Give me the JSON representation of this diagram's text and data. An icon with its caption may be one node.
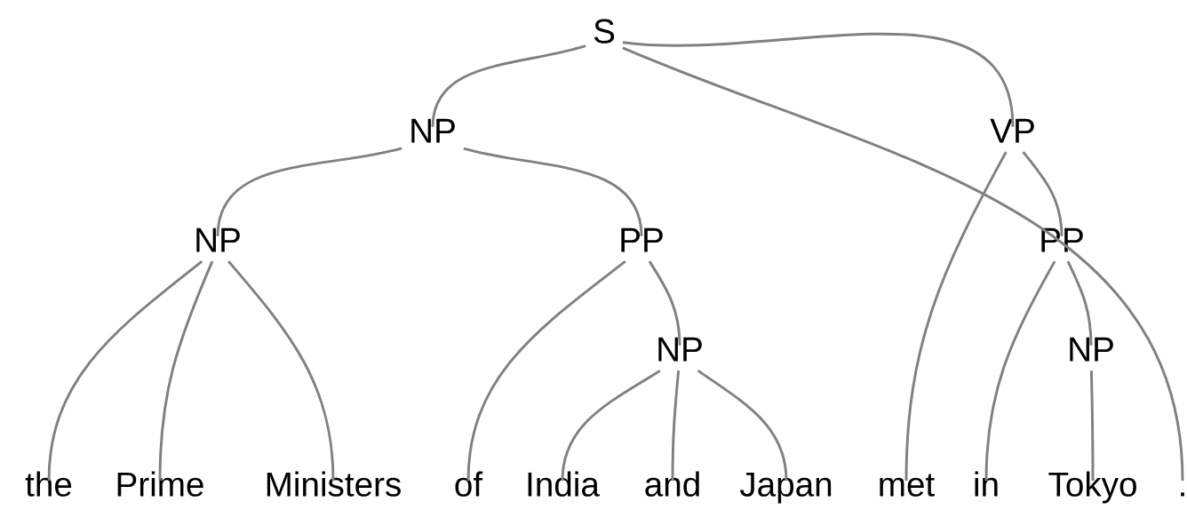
{
  "diagram": {
    "nodes": [
      {
        "text": [
          "S"
        ]
      },
      {
        "text": [
          "NP"
        ]
      },
      {
        "text": [
          "VP"
        ]
      },
      {
        "text": [
          "NP"
        ]
      },
      {
        "text": [
          "PP"
        ]
      },
      {
        "text": [
          "PP"
        ]
      },
      {
        "text": [
          "NP"
        ]
      },
      {
        "text": [
          "NP"
        ]
      },
      {
        "text": [
          "the"
        ]
      },
      {
        "text": [
          "Prime"
        ]
      },
      {
        "text": [
          "Ministers"
        ]
      },
      {
        "text": [
          "of"
        ]
      },
      {
        "text": [
          "India"
        ]
      },
      {
        "text": [
          "and"
        ]
      },
      {
        "text": [
          "Japan"
        ]
      },
      {
        "text": [
          "met"
        ]
      },
      {
        "text": [
          "in"
        ]
      },
      {
        "text": [
          "Tokyo"
        ]
      },
      {
        "text": [
          "."
        ]
      }
    ],
    "edges": [
      {
        "from": 0,
        "to": 1,
        "arrow": "none"
      },
      {
        "from": 0,
        "to": 2,
        "arrow": "none"
      },
      {
        "from": 0,
        "to": 18,
        "arrow": "none"
      },
      {
        "from": 1,
        "to": 3,
        "arrow": "none"
      },
      {
        "from": 1,
        "to": 4,
        "arrow": "none"
      },
      {
        "from": 2,
        "to": 15,
        "arrow": "none"
      },
      {
        "from": 2,
        "to": 5,
        "arrow": "none"
      },
      {
        "from": 3,
        "to": 8,
        "arrow": "none"
      },
      {
        "from": 3,
        "to": 9,
        "arrow": "none"
      },
      {
        "from": 3,
        "to": 10,
        "arrow": "none"
      },
      {
        "from": 4,
        "to": 11,
        "arrow": "none"
      },
      {
        "from": 4,
        "to": 6,
        "arrow": "none"
      },
      {
        "from": 5,
        "to": 16,
        "arrow": "none"
      },
      {
        "from": 5,
        "to": 7,
        "arrow": "none"
      },
      {
        "from": 6,
        "to": 12,
        "arrow": "none"
      },
      {
        "from": 6,
        "to": 13,
        "arrow": "none"
      },
      {
        "from": 6,
        "to": 14,
        "arrow": "none"
      },
      {
        "from": 7,
        "to": 17,
        "arrow": "none"
      }
    ]
  }
}
